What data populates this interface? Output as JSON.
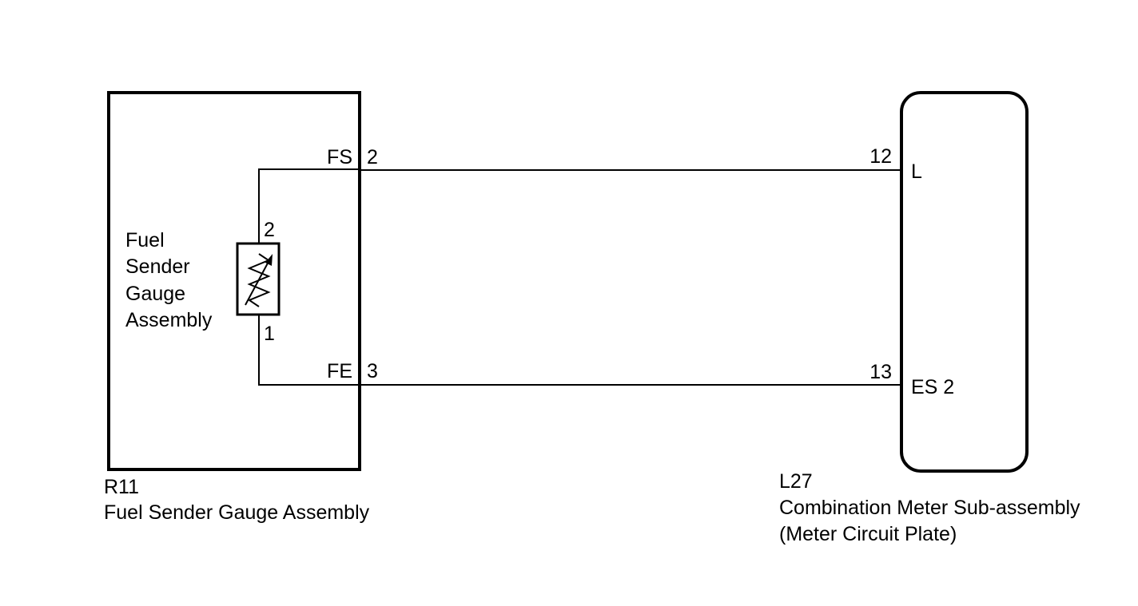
{
  "left_component": {
    "code": "R11",
    "name": "Fuel Sender Gauge Assembly",
    "inner_label_lines": [
      "Fuel",
      "Sender",
      "Gauge",
      "Assembly"
    ],
    "resistor_pins": {
      "top": "2",
      "bottom": "1"
    },
    "terminals": [
      {
        "name": "FS",
        "pin": "2"
      },
      {
        "name": "FE",
        "pin": "3"
      }
    ]
  },
  "right_component": {
    "code": "L27",
    "name": "Combination Meter Sub-assembly",
    "subname": "(Meter Circuit Plate)",
    "terminals": [
      {
        "name": "L",
        "pin": "12"
      },
      {
        "name": "ES 2",
        "pin": "13"
      }
    ]
  },
  "wires": [
    {
      "from": "FS 2",
      "to": "L 12"
    },
    {
      "from": "FE 3",
      "to": "ES 2 13"
    }
  ]
}
